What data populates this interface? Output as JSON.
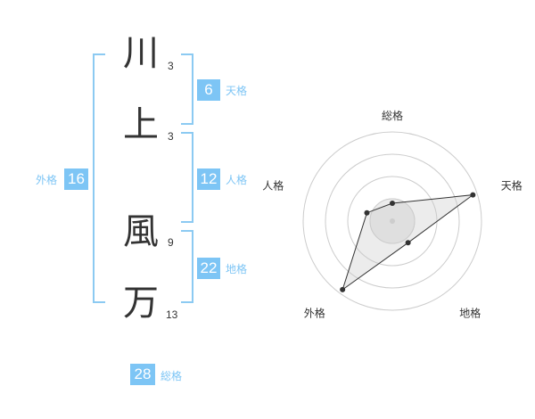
{
  "colors": {
    "accent": "#7dc5f5",
    "bracket": "#8ccaf2",
    "label_text": "#7dc5f5"
  },
  "name": {
    "characters": [
      {
        "char": "川",
        "strokes": "3"
      },
      {
        "char": "上",
        "strokes": "3"
      },
      {
        "char": "風",
        "strokes": "9"
      },
      {
        "char": "万",
        "strokes": "13"
      }
    ]
  },
  "fortunes": {
    "tenkaku": {
      "value": "6",
      "label": "天格"
    },
    "jinkaku": {
      "value": "12",
      "label": "人格"
    },
    "chikaku": {
      "value": "22",
      "label": "地格"
    },
    "gaikaku": {
      "value": "16",
      "label": "外格"
    },
    "soukaku": {
      "value": "28",
      "label": "総格"
    }
  },
  "radar": {
    "axes": [
      "総格",
      "天格",
      "地格",
      "外格",
      "人格"
    ],
    "values": [
      0.2,
      0.95,
      0.3,
      0.95,
      0.3
    ],
    "rings": 4
  }
}
